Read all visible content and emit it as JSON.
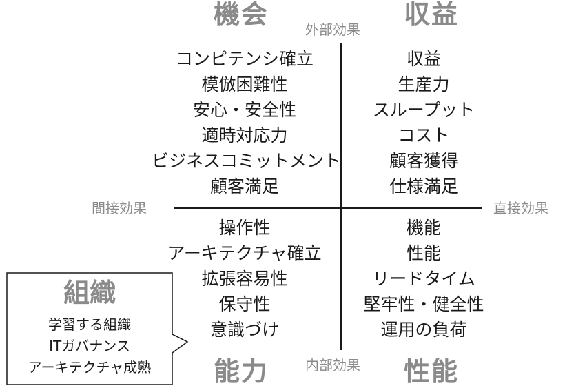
{
  "quadrants": {
    "top_left": {
      "title": "機会",
      "items": [
        "コンピテンシ確立",
        "模倣困難性",
        "安心・安全性",
        "適時対応力",
        "ビジネスコミットメント",
        "顧客満足"
      ]
    },
    "top_right": {
      "title": "収益",
      "items": [
        "収益",
        "生産力",
        "スループット",
        "コスト",
        "顧客獲得",
        "仕様満足"
      ]
    },
    "bottom_left": {
      "title": "能力",
      "items": [
        "操作性",
        "アーキテクチャ確立",
        "拡張容易性",
        "保守性",
        "意識づけ"
      ]
    },
    "bottom_right": {
      "title": "性能",
      "items": [
        "機能",
        "性能",
        "リードタイム",
        "堅牢性・健全性",
        "運用の負荷"
      ]
    }
  },
  "axes": {
    "top": "外部効果",
    "bottom": "内部効果",
    "left": "間接効果",
    "right": "直接効果"
  },
  "callout": {
    "title": "組織",
    "items": [
      "学習する組織",
      "ITガバナンス",
      "アーキテクチャ成熟"
    ]
  }
}
